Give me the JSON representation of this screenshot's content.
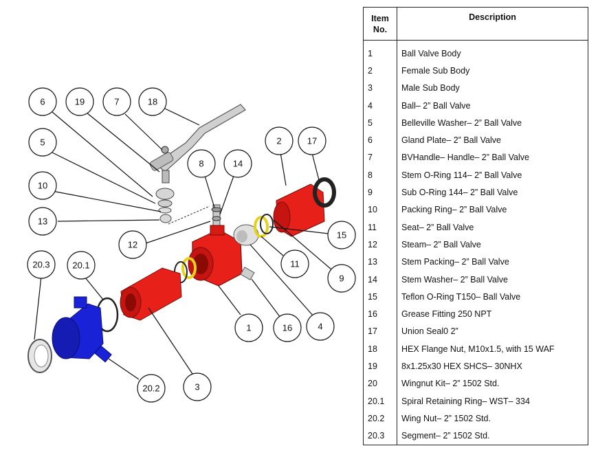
{
  "table": {
    "header_item": "Item\nNo.",
    "header_desc": "Description",
    "rows": [
      {
        "item": "1",
        "desc": "Ball Valve Body"
      },
      {
        "item": "2",
        "desc": "Female Sub Body"
      },
      {
        "item": "3",
        "desc": "Male Sub Body"
      },
      {
        "item": "4",
        "desc": "Ball– 2” Ball Valve"
      },
      {
        "item": "5",
        "desc": "Belleville Washer– 2” Ball Valve"
      },
      {
        "item": "6",
        "desc": "Gland Plate– 2” Ball Valve"
      },
      {
        "item": "7",
        "desc": "BVHandle– Handle– 2” Ball Valve"
      },
      {
        "item": "8",
        "desc": "Stem O-Ring 114– 2” Ball Valve"
      },
      {
        "item": "9",
        "desc": "Sub O-Ring 144– 2” Ball Valve"
      },
      {
        "item": "10",
        "desc": "Packing Ring– 2” Ball Valve"
      },
      {
        "item": "11",
        "desc": "Seat– 2” Ball Valve"
      },
      {
        "item": "12",
        "desc": "Steam– 2” Ball Valve"
      },
      {
        "item": "13",
        "desc": "Stem Packing– 2” Ball Valve"
      },
      {
        "item": "14",
        "desc": "Stem Washer– 2” Ball Valve"
      },
      {
        "item": "15",
        "desc": "Teflon O-Ring T150– Ball Valve"
      },
      {
        "item": "16",
        "desc": "Grease Fitting 250 NPT"
      },
      {
        "item": "17",
        "desc": "Union Seal0 2”"
      },
      {
        "item": "18",
        "desc": "HEX Flange Nut, M10x1.5, with 15 WAF"
      },
      {
        "item": "19",
        "desc": "8x1.25x30 HEX SHCS– 30NHX"
      },
      {
        "item": "20",
        "desc": "Wingnut Kit– 2” 1502 Std."
      },
      {
        "item": "20.1",
        "desc": "Spiral Retaining Ring– WST– 334"
      },
      {
        "item": "20.2",
        "desc": "Wing Nut– 2” 1502 Std."
      },
      {
        "item": "20.3",
        "desc": "Segment– 2” 1502 Std."
      }
    ]
  },
  "callouts": [
    "6",
    "19",
    "7",
    "18",
    "5",
    "10",
    "13",
    "8",
    "14",
    "2",
    "17",
    "12",
    "15",
    "11",
    "9",
    "1",
    "16",
    "4",
    "20.3",
    "20.1",
    "20.2",
    "3"
  ],
  "colors": {
    "red_part": "#e8201a",
    "blue_part": "#1a22d8",
    "grey_part": "#c8c8c8",
    "yellow_ring": "#e6d21e",
    "dark_ring": "#222222"
  }
}
